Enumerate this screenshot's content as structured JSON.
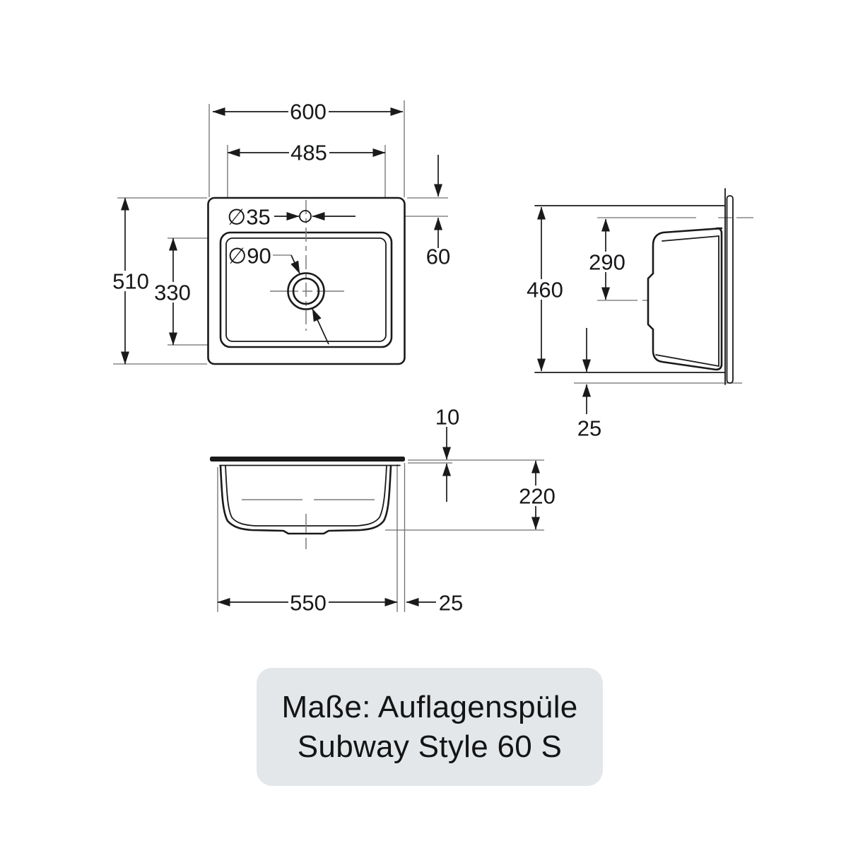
{
  "title_card": {
    "line1": "Maße: Auflagenspüle",
    "line2": "Subway Style 60 S"
  },
  "plan_view": {
    "overall_width": "600",
    "basin_width": "485",
    "overall_depth": "510",
    "basin_depth": "330",
    "tap_hole_diameter": "∅35",
    "drain_diameter": "∅90",
    "tap_hole_offset": "60"
  },
  "side_view": {
    "overall_height": "460",
    "basin_inner_depth": "290",
    "flange_offset": "25"
  },
  "front_view": {
    "rim_height": "10",
    "total_depth": "220",
    "basin_width": "550",
    "flange_overhang": "25"
  },
  "colors": {
    "outline": "#1a1a1a",
    "extension_line": "#6f6f6f",
    "text": "#17181a",
    "card_bg": "#e3e7ea",
    "background": "#ffffff"
  }
}
